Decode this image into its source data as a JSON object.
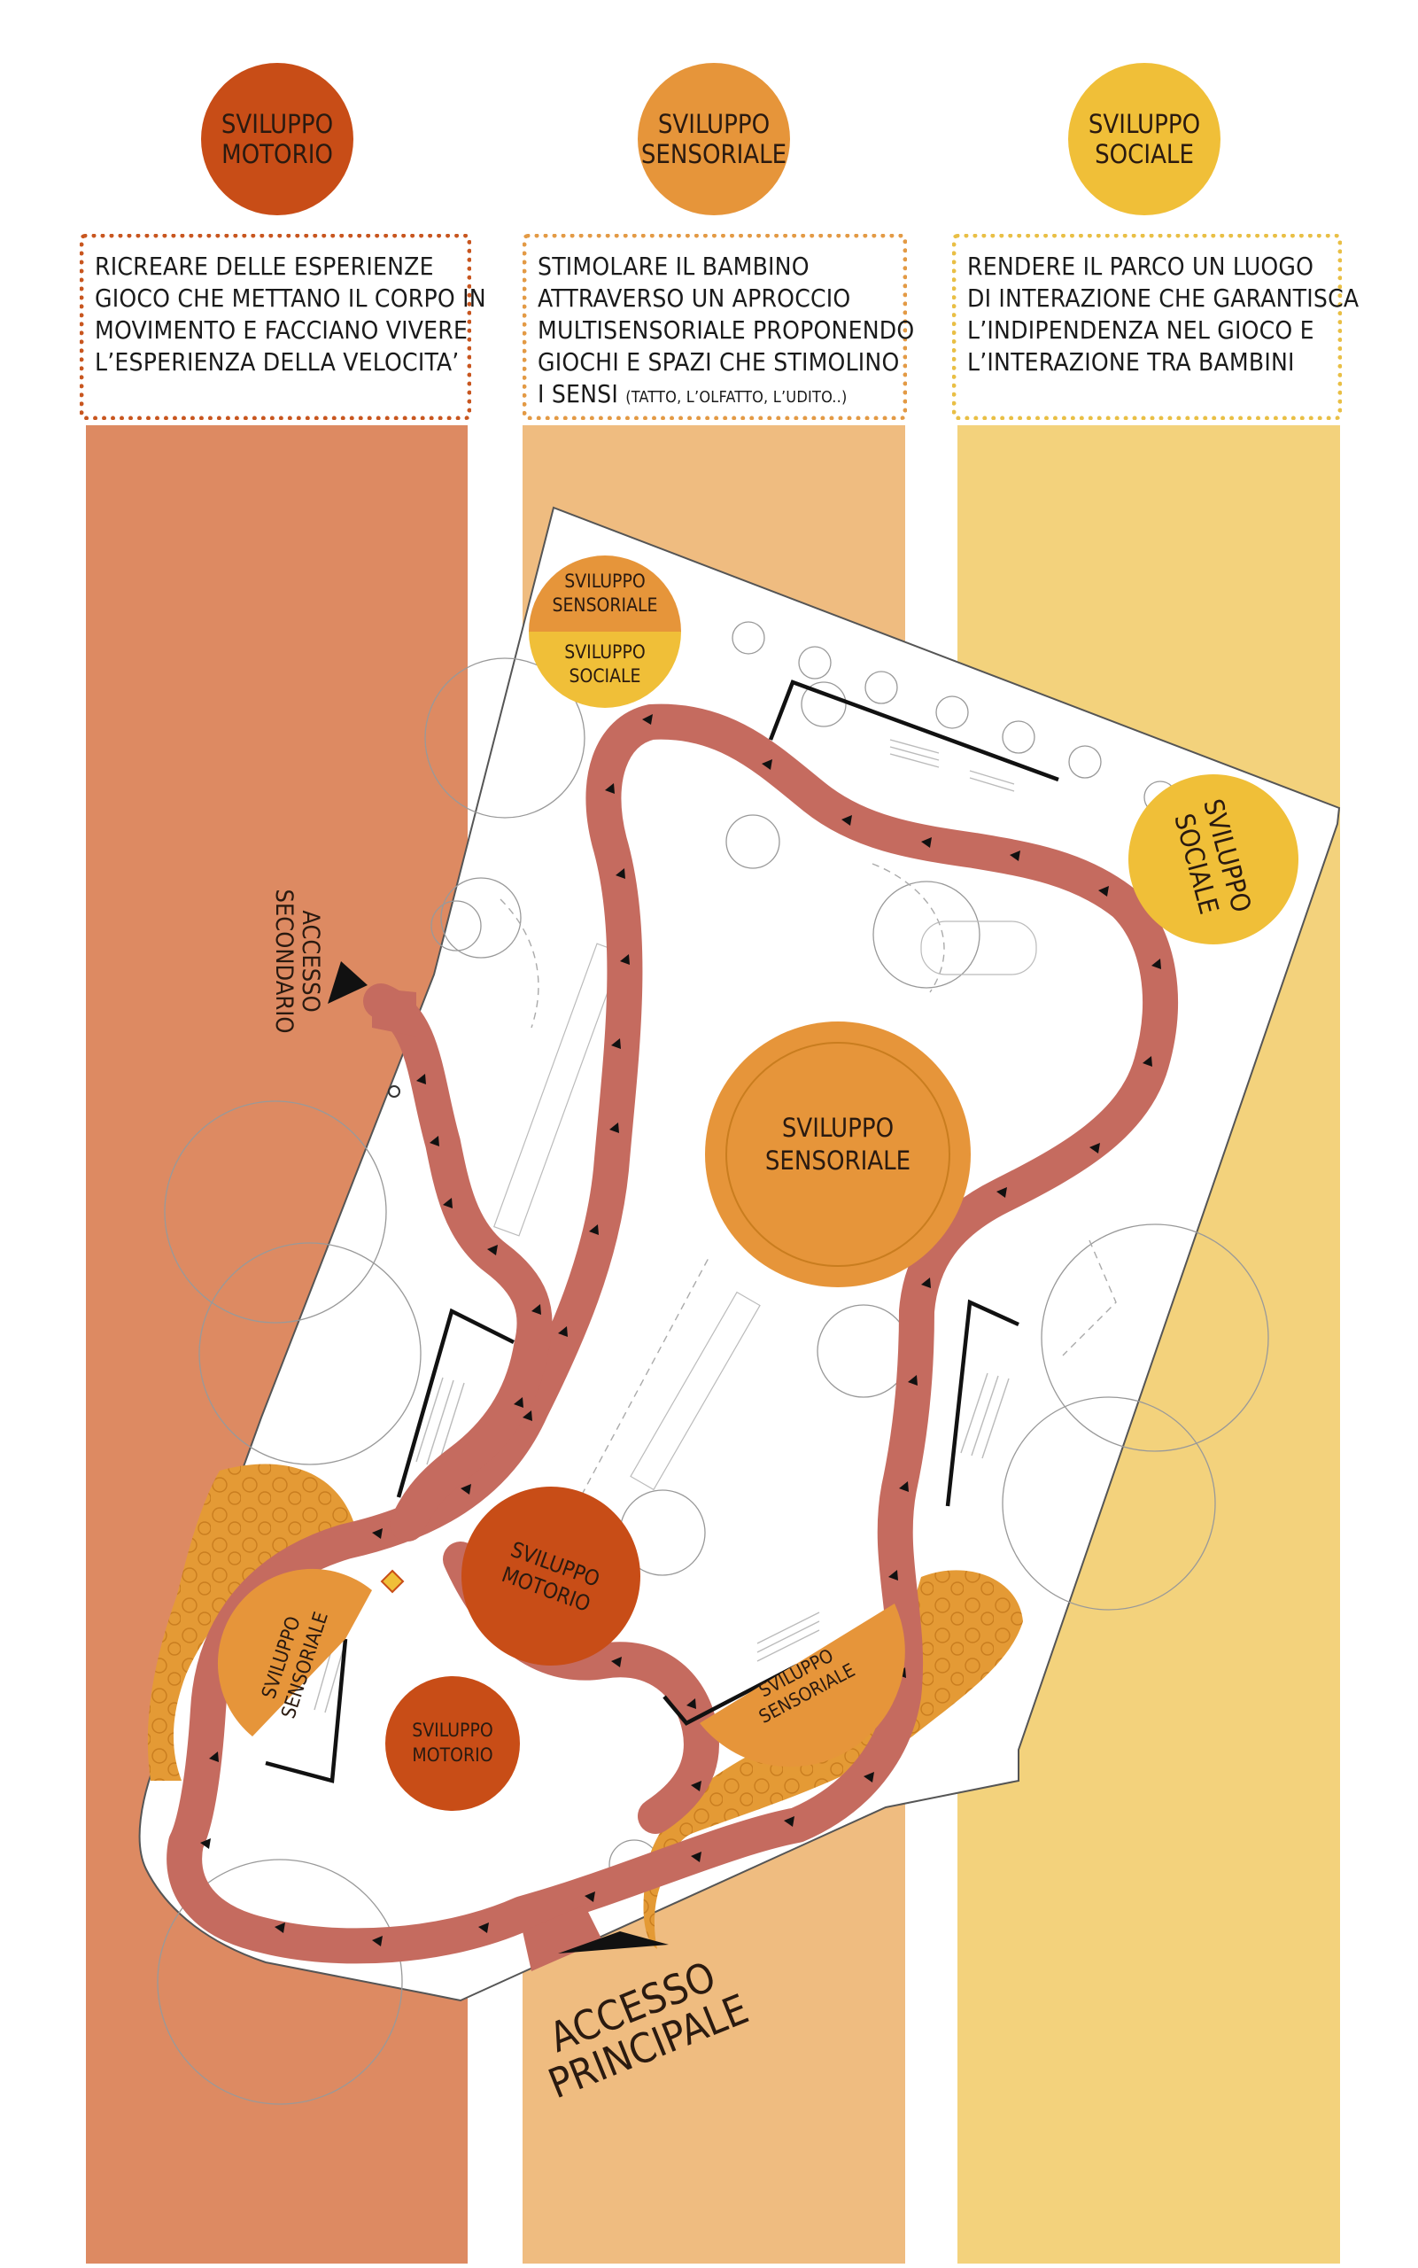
{
  "headers": [
    {
      "id": "motorio",
      "line1": "SVILUPPO",
      "line2": "MOTORIO",
      "color": "#c84d17"
    },
    {
      "id": "sensoriale",
      "line1": "SVILUPPO",
      "line2": "SENSORIALE",
      "color": "#e6953a"
    },
    {
      "id": "sociale",
      "line1": "SVILUPPO",
      "line2": "SOCIALE",
      "color": "#f0bf38"
    }
  ],
  "descriptions": {
    "motorio": {
      "lines": [
        "RICREARE DELLE ESPERIENZE",
        "GIOCO CHE METTANO IL CORPO IN",
        "MOVIMENTO E FACCIANO VIVERE",
        "L’ESPERIENZA DELLA VELOCITA’"
      ],
      "border_color": "#c8561f"
    },
    "sensoriale": {
      "lines": [
        "STIMOLARE IL BAMBINO",
        "ATTRAVERSO UN APROCCIO",
        "MULTISENSORIALE PROPONENDO",
        "GIOCHI E SPAZI CHE STIMOLINO"
      ],
      "last_main": "I SENSI",
      "last_small": "(TATTO, L’OLFATTO, L’UDITO..)",
      "border_color": "#e39a45"
    },
    "sociale": {
      "lines": [
        "RENDERE IL PARCO UN LUOGO",
        "DI INTERAZIONE CHE GARANTISCA",
        "L’INDIPENDENZA NEL GIOCO E",
        "L’INTERAZIONE TRA BAMBINI"
      ],
      "border_color": "#e9bf45"
    }
  },
  "map": {
    "zone_top": {
      "line1": "SVILUPPO",
      "line2": "SENSORIALE",
      "line3": "SVILUPPO",
      "line4": "SOCIALE"
    },
    "zone_sociale_right": {
      "line1": "SVILUPPO",
      "line2": "SOCIALE"
    },
    "zone_sensoriale_center": {
      "line1": "SVILUPPO",
      "line2": "SENSORIALE"
    },
    "zone_motorio_center": {
      "line1": "SVILUPPO",
      "line2": "MOTORIO"
    },
    "zone_motorio_small": {
      "line1": "SVILUPPO",
      "line2": "MOTORIO"
    },
    "zone_sensoriale_left": {
      "line1": "SVILUPPO",
      "line2": "SENSORIALE"
    },
    "zone_sensoriale_bottom": {
      "line1": "SVILUPPO",
      "line2": "SENSORIALE"
    },
    "access_secondary": {
      "line1": "ACCESSO",
      "line2": "SECONDARIO"
    },
    "access_main": {
      "line1": "ACCESSO",
      "line2": "PRINCIPALE"
    },
    "colors": {
      "path": "#c56b5f",
      "motorio": "#c84d17",
      "sensoriale": "#e6953a",
      "sociale": "#f0bf38",
      "hedge": "#e49a35"
    }
  }
}
